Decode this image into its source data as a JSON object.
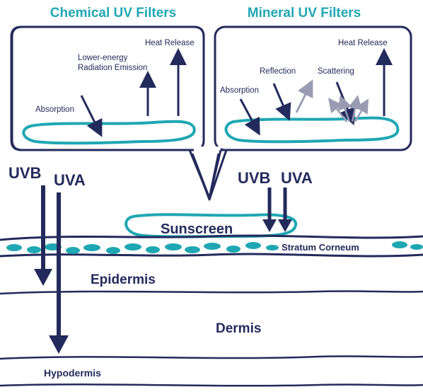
{
  "titles": {
    "chemical": "Chemical UV Filters",
    "mineral": "Mineral UV Filters"
  },
  "chemical_panel": {
    "heat_release": "Heat Release",
    "lower_energy_line1": "Lower-energy",
    "lower_energy_line2": "Radiation Emission",
    "absorption": "Absorption"
  },
  "mineral_panel": {
    "heat_release": "Heat Release",
    "reflection": "Reflection",
    "scattering": "Scattering",
    "absorption": "Absorption"
  },
  "radiation": {
    "uvb_left": "UVB",
    "uva_left": "UVA",
    "uvb_right": "UVB",
    "uva_right": "UVA"
  },
  "layers": {
    "sunscreen": "Sunscreen",
    "stratum_corneum": "Stratum Corneum",
    "epidermis": "Epidermis",
    "dermis": "Dermis",
    "hypodermis": "Hypodermis"
  },
  "colors": {
    "navy": "#232a5c",
    "teal": "#1fa7b3",
    "gray_arrow": "#9a9bb3"
  }
}
